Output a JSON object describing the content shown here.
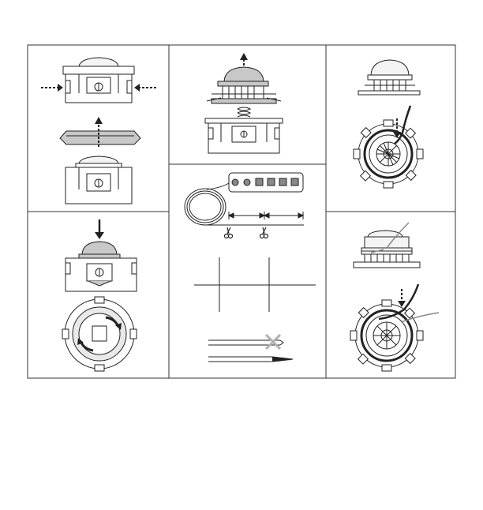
{
  "figure": {
    "panels": [
      {
        "id": "press-tabs-and-remove-cover",
        "step_icons": [
          "arrow-right-dotted",
          "arrow-left-dotted",
          "arrow-up-dotted"
        ]
      },
      {
        "id": "lift-spool-from-housing",
        "step_icons": [
          "arrow-up-dotted"
        ]
      },
      {
        "id": "spool-with-line-side-view",
        "step_icons": [
          "arrow-down-dotted"
        ]
      },
      {
        "id": "cut-line-and-check-end",
        "step_icons": [
          "scissors",
          "scissors",
          "cross-mark"
        ]
      },
      {
        "id": "push-down-and-rotate-spool",
        "step_icons": [
          "arrow-down-solid",
          "rotate-arrows"
        ]
      },
      {
        "id": "wound-spool-with-line",
        "step_icons": [
          "arrow-down-dotted"
        ]
      }
    ],
    "colors": {
      "line": "#222222",
      "spool_fill": "#c8c8c8",
      "spool_dark": "#9a9a9a",
      "cut_mark": "#b0b0b0",
      "border": "#333333"
    }
  }
}
